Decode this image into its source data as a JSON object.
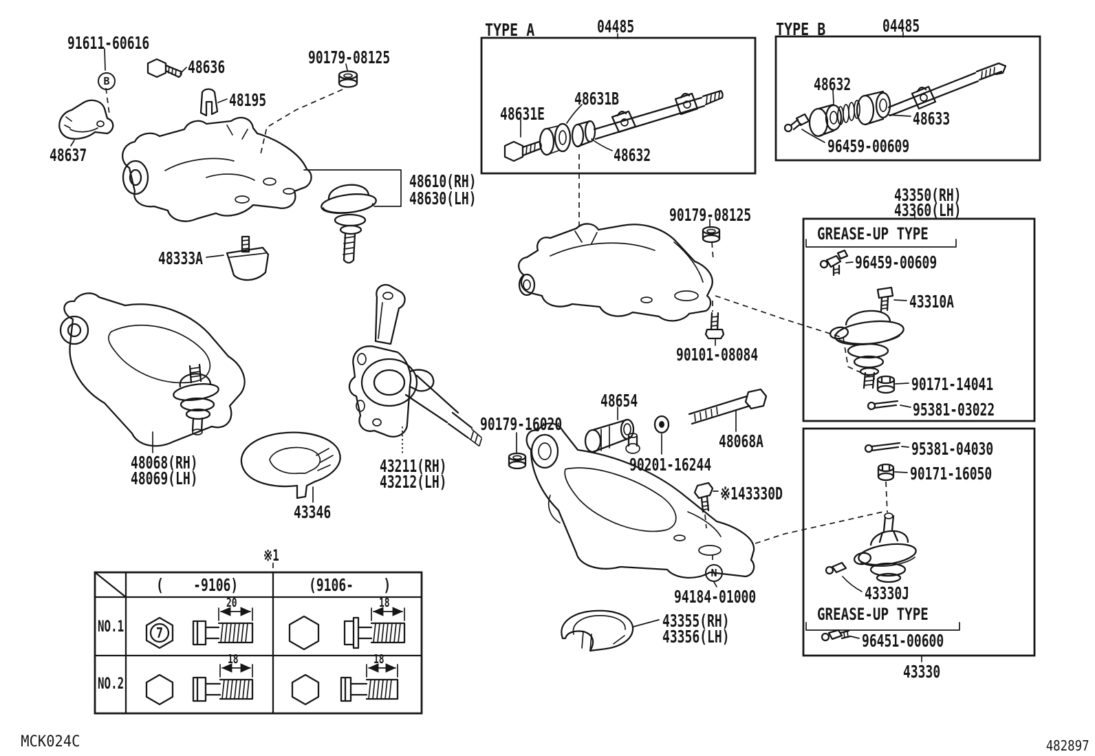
{
  "labels": {
    "l91611_60616": "91611-60616",
    "l48636": "48636",
    "l90179_08125_a": "90179-08125",
    "l48195": "48195",
    "l48637": "48637",
    "l48610_rh": "48610(RH)",
    "l48630_lh": "48630(LH)",
    "l48333a": "48333A",
    "l48068_rh": "48068(RH)",
    "l48069_lh": "48069(LH)",
    "l43346": "43346",
    "l43211_rh": "43211(RH)",
    "l43212_lh": "43212(LH)",
    "type_a_title": "TYPE A",
    "type_a_part": "04485",
    "l48631e": "48631E",
    "l48631b": "48631B",
    "l48632_a": "48632",
    "type_b_title": "TYPE B",
    "type_b_part": "04485",
    "l48632_b": "48632",
    "l48633": "48633",
    "l96459_00609_b": "96459-00609",
    "l90179_08125_b": "90179-08125",
    "l90101_08084": "90101-08084",
    "l43350_rh": "43350(RH)",
    "l43360_lh": "43360(LH)",
    "grease_up_1": "GREASE-UP TYPE",
    "l96459_00609_c": "96459-00609",
    "l43310a": "43310A",
    "l90171_14041": "90171-14041",
    "l95381_03022": "95381-03022",
    "l95381_04030": "95381-04030",
    "l90171_16050": "90171-16050",
    "l43330j": "43330J",
    "grease_up_2": "GREASE-UP TYPE",
    "l96451_00600": "96451-00600",
    "l43330": "43330",
    "l90179_16020": "90179-16020",
    "l48654": "48654",
    "l90201_16244": "90201-16244",
    "l48068a": "48068A",
    "ref_mark_1": "※1",
    "l43330d": "43330D",
    "l94184_01000": "94184-01000",
    "l43355_rh": "43355(RH)",
    "l43356_lh": "43356(LH)",
    "callout_b": "B",
    "callout_n": "N"
  },
  "table": {
    "ref_mark": "※1",
    "col_early": "(    -9106)",
    "col_late": "(9106-    )",
    "row_1": "NO.1",
    "row_2": "NO.2",
    "bolt_grade_mark": "7",
    "dims": {
      "no1_early": "20",
      "no1_late": "18",
      "no2_early": "18",
      "no2_late": "18"
    }
  },
  "footer": {
    "drawing_code": "MCK024C",
    "page_code": "482897"
  }
}
